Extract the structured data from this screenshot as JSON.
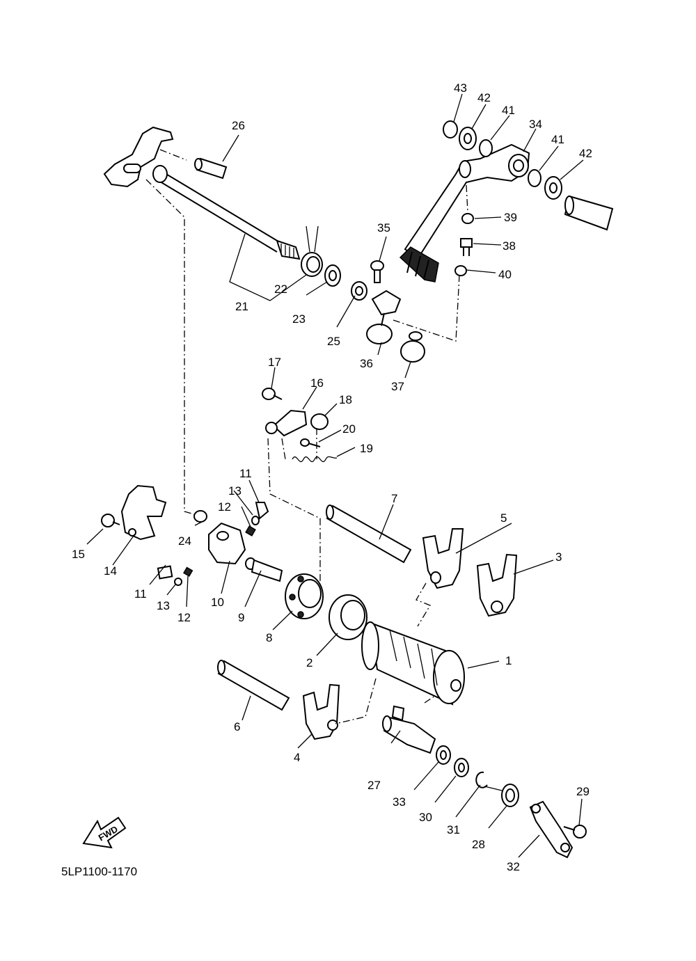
{
  "diagram": {
    "code": "5LP1100-1170",
    "fwd_label": "FWD",
    "callouts": [
      "1",
      "2",
      "3",
      "4",
      "5",
      "6",
      "7",
      "8",
      "9",
      "10",
      "11",
      "11",
      "12",
      "12",
      "13",
      "13",
      "14",
      "15",
      "16",
      "17",
      "18",
      "19",
      "20",
      "21",
      "22",
      "23",
      "24",
      "25",
      "26",
      "27",
      "28",
      "29",
      "30",
      "31",
      "32",
      "33",
      "34",
      "35",
      "36",
      "37",
      "38",
      "39",
      "40",
      "41",
      "41",
      "42",
      "42",
      "43"
    ]
  }
}
